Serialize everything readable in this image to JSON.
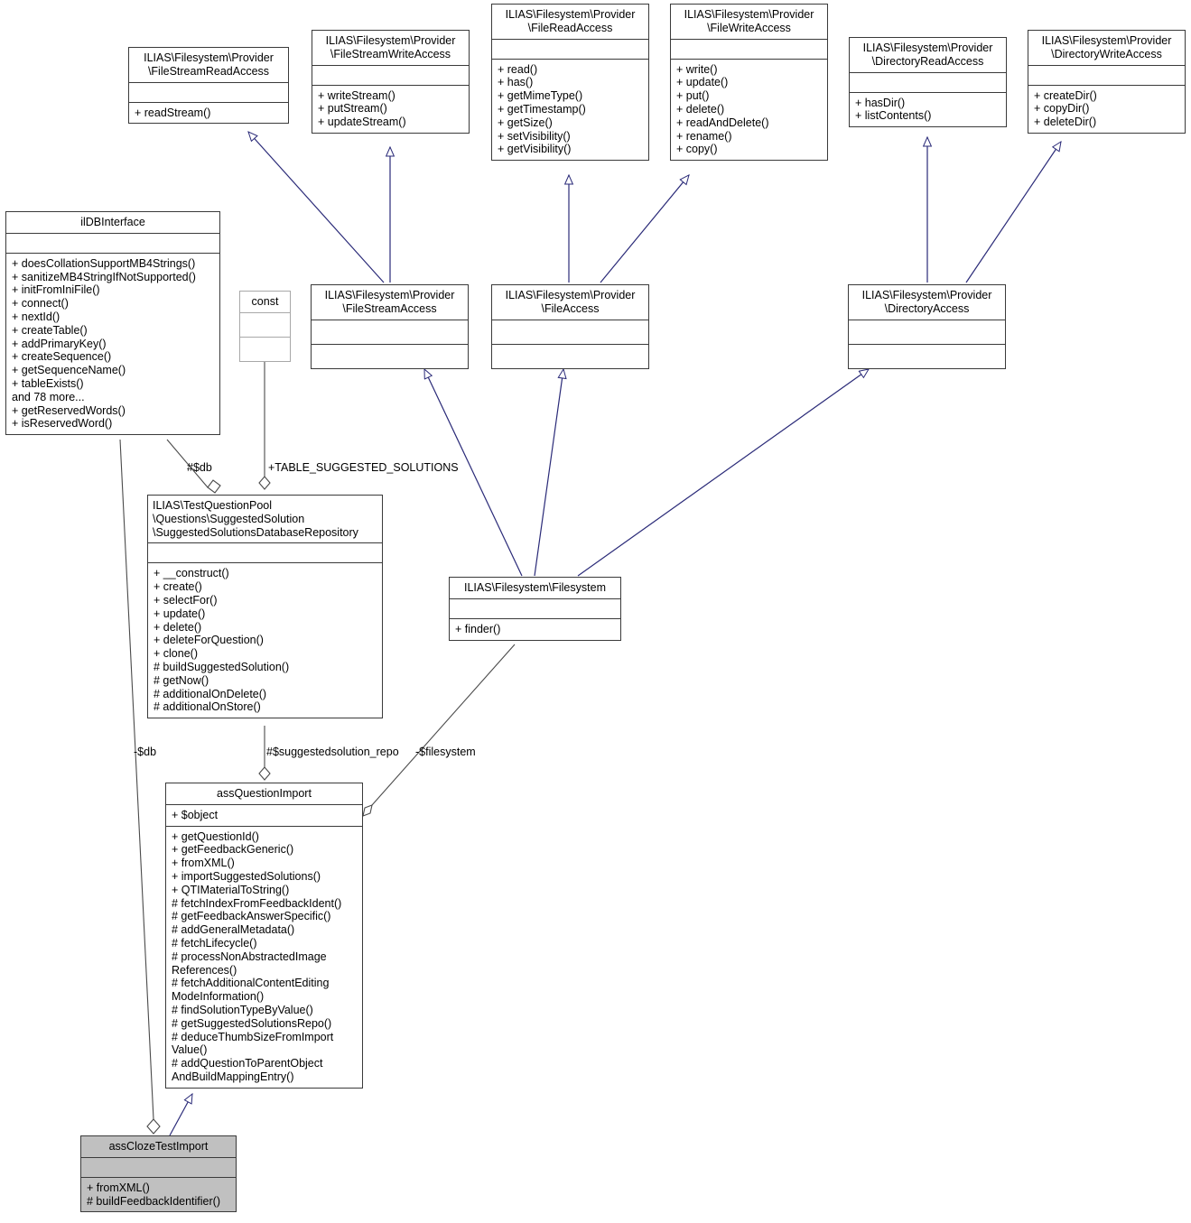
{
  "diagram": {
    "title": "UML class collaboration diagram",
    "colors": {
      "inheritance_edge": "#2a2a78",
      "association_edge": "#4a4a4a",
      "box_border": "#3a3a3a",
      "highlight_fill": "#c0c0c0",
      "const_border": "#a8a8a8"
    }
  },
  "classes": [
    {
      "id": "file-stream-read-access",
      "name": "ILIAS\\Filesystem\\Provider\n\\FileStreamReadAccess",
      "attributes": "",
      "operations": "+ readStream()"
    },
    {
      "id": "file-stream-write-access",
      "name": "ILIAS\\Filesystem\\Provider\n\\FileStreamWriteAccess",
      "attributes": "",
      "operations": "+ writeStream()\n+ putStream()\n+ updateStream()"
    },
    {
      "id": "file-read-access",
      "name": "ILIAS\\Filesystem\\Provider\n\\FileReadAccess",
      "attributes": "",
      "operations": "+ read()\n+ has()\n+ getMimeType()\n+ getTimestamp()\n+ getSize()\n+ setVisibility()\n+ getVisibility()"
    },
    {
      "id": "file-write-access",
      "name": "ILIAS\\Filesystem\\Provider\n\\FileWriteAccess",
      "attributes": "",
      "operations": "+ write()\n+ update()\n+ put()\n+ delete()\n+ readAndDelete()\n+ rename()\n+ copy()"
    },
    {
      "id": "directory-read-access",
      "name": "ILIAS\\Filesystem\\Provider\n\\DirectoryReadAccess",
      "attributes": "",
      "operations": "+ hasDir()\n+ listContents()"
    },
    {
      "id": "directory-write-access",
      "name": "ILIAS\\Filesystem\\Provider\n\\DirectoryWriteAccess",
      "attributes": "",
      "operations": "+ createDir()\n+ copyDir()\n+ deleteDir()"
    },
    {
      "id": "ildbinterface",
      "name": "ilDBInterface",
      "attributes": "",
      "operations": "+ doesCollationSupportMB4Strings()\n+ sanitizeMB4StringIfNotSupported()\n+ initFromIniFile()\n+ connect()\n+ nextId()\n+ createTable()\n+ addPrimaryKey()\n+ createSequence()\n+ getSequenceName()\n+ tableExists()\nand 78 more...\n+ getReservedWords()\n+ isReservedWord()"
    },
    {
      "id": "const",
      "name": "const",
      "attributes": "",
      "operations": ""
    },
    {
      "id": "file-stream-access",
      "name": "ILIAS\\Filesystem\\Provider\n\\FileStreamAccess",
      "attributes": "",
      "operations": ""
    },
    {
      "id": "file-access",
      "name": "ILIAS\\Filesystem\\Provider\n\\FileAccess",
      "attributes": "",
      "operations": ""
    },
    {
      "id": "directory-access",
      "name": "ILIAS\\Filesystem\\Provider\n\\DirectoryAccess",
      "attributes": "",
      "operations": ""
    },
    {
      "id": "suggested-solutions-database-repository",
      "name": "ILIAS\\TestQuestionPool\n\\Questions\\SuggestedSolution\n\\SuggestedSolutionsDatabaseRepository",
      "attributes": "",
      "operations": "+ __construct()\n+ create()\n+ selectFor()\n+ update()\n+ delete()\n+ deleteForQuestion()\n+ clone()\n# buildSuggestedSolution()\n# getNow()\n# additionalOnDelete()\n# additionalOnStore()"
    },
    {
      "id": "filesystem",
      "name": "ILIAS\\Filesystem\\Filesystem",
      "attributes": "",
      "operations": "+ finder()"
    },
    {
      "id": "ass-question-import",
      "name": "assQuestionImport",
      "attributes": "+ $object",
      "operations": "+ getQuestionId()\n+ getFeedbackGeneric()\n+ fromXML()\n+ importSuggestedSolutions()\n+ QTIMaterialToString()\n# fetchIndexFromFeedbackIdent()\n# getFeedbackAnswerSpecific()\n# addGeneralMetadata()\n# fetchLifecycle()\n# processNonAbstractedImage\nReferences()\n# fetchAdditionalContentEditing\nModeInformation()\n# findSolutionTypeByValue()\n# getSuggestedSolutionsRepo()\n# deduceThumbSizeFromImport\nValue()\n# addQuestionToParentObject\nAndBuildMappingEntry()"
    },
    {
      "id": "ass-cloze-test-import",
      "name": "assClozeTestImport",
      "attributes": "",
      "operations": "+ fromXML()\n# buildFeedbackIdentifier()"
    }
  ],
  "edge_labels": [
    {
      "id": "db-protected",
      "text": "#$db"
    },
    {
      "id": "table-suggested-solutions",
      "text": "+TABLE_SUGGESTED_SOLUTIONS"
    },
    {
      "id": "db-private",
      "text": "-$db"
    },
    {
      "id": "suggestedsolution-repo",
      "text": "#$suggestedsolution_repo"
    },
    {
      "id": "filesystem-private",
      "text": "-$filesystem"
    }
  ]
}
